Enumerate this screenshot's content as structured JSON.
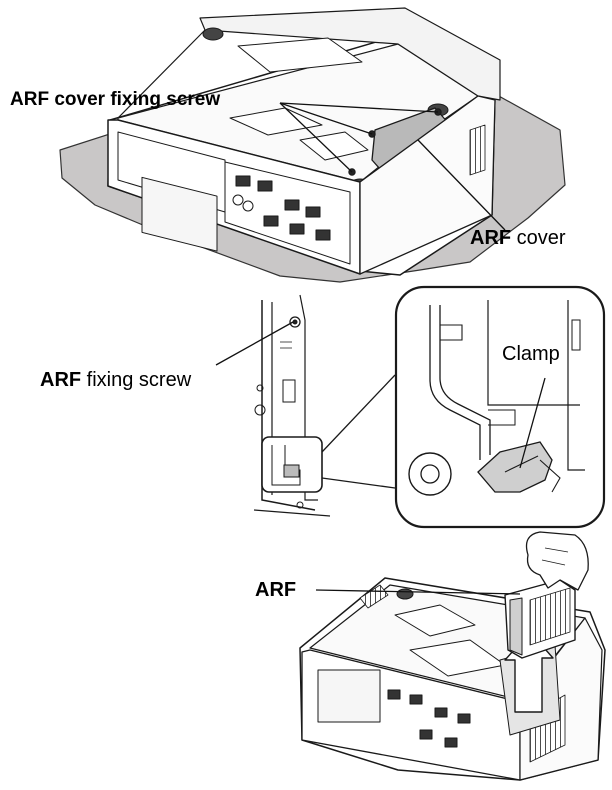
{
  "labels": {
    "cover_screw": {
      "bold": "ARF",
      "rest": " cover fixing screw"
    },
    "cover": {
      "bold": "ARF",
      "rest": " cover"
    },
    "fixing_screw": {
      "bold": "ARF",
      "rest": " fixing screw"
    },
    "clamp": "Clamp",
    "arf": "ARF"
  },
  "colors": {
    "line": "#1a1a1a",
    "sheet": "#c9c7c7",
    "body": "#ffffff",
    "shade": "#d8d8d8",
    "dark": "#555555"
  }
}
